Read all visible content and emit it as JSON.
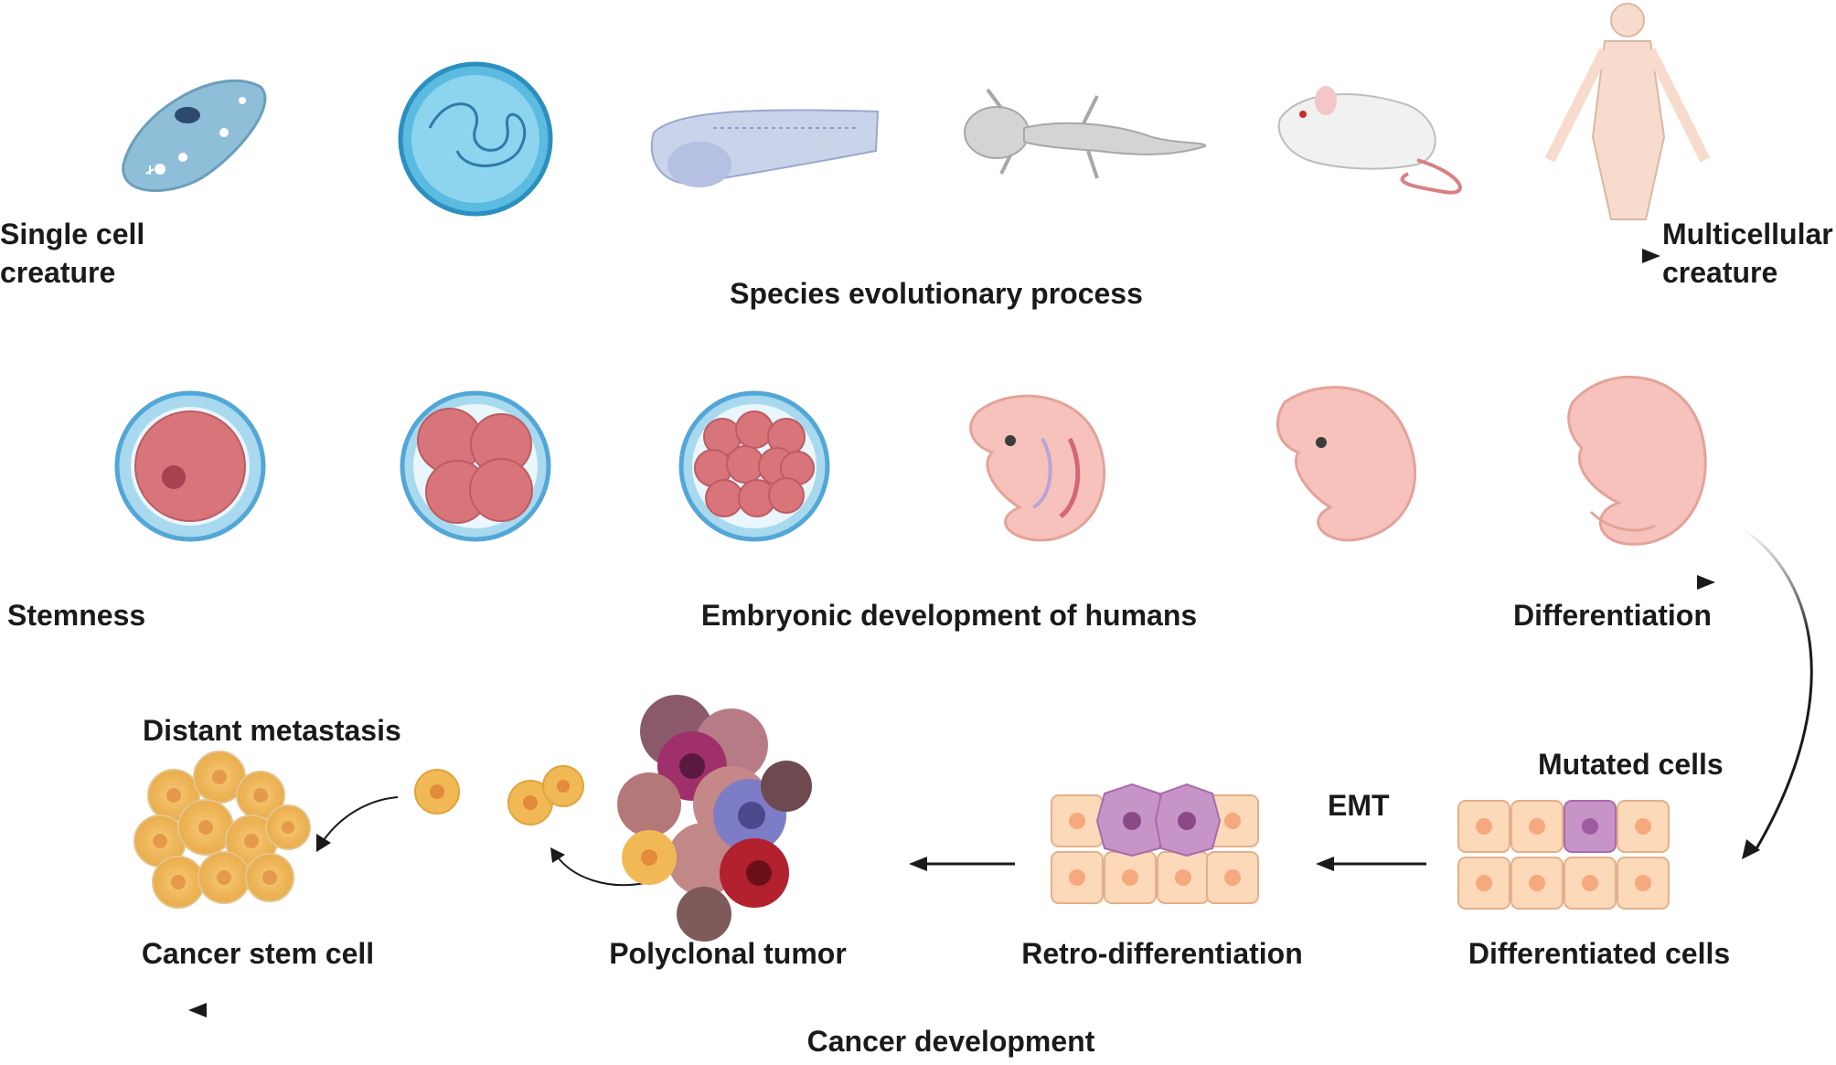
{
  "evolution": {
    "start_label": "Single cell\ncreature",
    "end_label": "Multicellular\ncreature",
    "axis_label": "Species evolutionary process",
    "stages": [
      "paramecium-icon",
      "single-cell-icon",
      "embryo-icon",
      "salamander-icon",
      "mouse-icon",
      "human-icon"
    ]
  },
  "embryonic": {
    "start_label": "Stemness",
    "axis_label": "Embryonic development of humans",
    "end_label": "Differentiation",
    "stages": [
      "zygote-icon",
      "four-cell-icon",
      "morula-icon",
      "early-embryo-icon",
      "embryo-icon",
      "fetus-icon"
    ]
  },
  "cancer": {
    "metastasis_label": "Distant metastasis",
    "mutated_label": "Mutated cells",
    "emt_label": "EMT",
    "stem_cell_label": "Cancer stem cell",
    "tumor_label": "Polyclonal tumor",
    "retro_label": "Retro-differentiation",
    "differentiated_label": "Differentiated cells",
    "axis_label": "Cancer development"
  },
  "colors": {
    "arrow": "#1a1a1a",
    "cell_fill": "#fbd9b9",
    "cell_nucleus": "#f6a97f",
    "mutated_cell": "#c794c8",
    "embryo_pink": "#f7c2bb",
    "zygote_red": "#d8757a",
    "zona_blue": "#a8d9ef",
    "cancer_orange": "#f1b955",
    "paramecium_blue": "#8fbfd8"
  }
}
